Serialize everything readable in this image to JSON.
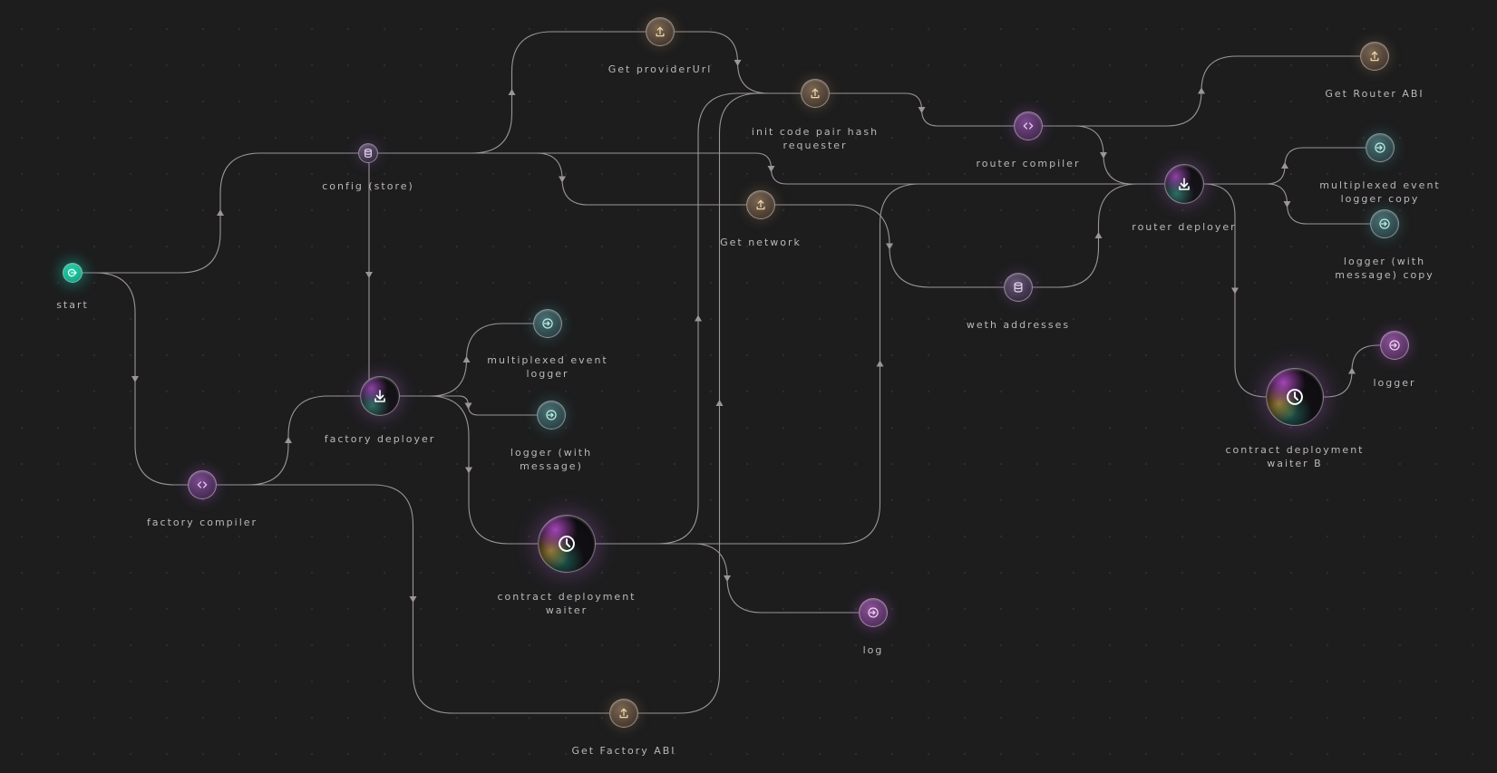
{
  "nodes": [
    {
      "id": "start",
      "label": "start",
      "kind": "trigger",
      "icon": "exit-icon"
    },
    {
      "id": "config",
      "label": "config (store)",
      "kind": "store",
      "icon": "database-icon"
    },
    {
      "id": "getProviderUrl",
      "label": "Get providerUrl",
      "kind": "export",
      "icon": "upload-icon"
    },
    {
      "id": "initCode",
      "label": "init code pair hash\nrequester",
      "kind": "export",
      "icon": "upload-icon"
    },
    {
      "id": "routerCompiler",
      "label": "router compiler",
      "kind": "compiler",
      "icon": "code-icon"
    },
    {
      "id": "getRouterABI",
      "label": "Get Router ABI",
      "kind": "export",
      "icon": "upload-icon"
    },
    {
      "id": "routerDeployer",
      "label": "router deployer",
      "kind": "deployer",
      "icon": "download-icon"
    },
    {
      "id": "multiLoggerCopy",
      "label": "multiplexed event\nlogger copy",
      "kind": "logger",
      "icon": "login-icon"
    },
    {
      "id": "loggerMsgCopy",
      "label": "logger (with\nmessage) copy",
      "kind": "logger",
      "icon": "login-icon"
    },
    {
      "id": "getNetwork",
      "label": "Get network",
      "kind": "export",
      "icon": "upload-icon"
    },
    {
      "id": "wethAddresses",
      "label": "weth addresses",
      "kind": "store",
      "icon": "database-icon"
    },
    {
      "id": "multiLogger",
      "label": "multiplexed event\nlogger",
      "kind": "logger",
      "icon": "login-icon"
    },
    {
      "id": "factoryDeployer",
      "label": "factory deployer",
      "kind": "deployer",
      "icon": "download-icon"
    },
    {
      "id": "loggerMsg",
      "label": "logger (with\nmessage)",
      "kind": "logger",
      "icon": "login-icon"
    },
    {
      "id": "factoryCompiler",
      "label": "factory compiler",
      "kind": "compiler",
      "icon": "code-icon"
    },
    {
      "id": "waiter",
      "label": "contract deployment\nwaiter",
      "kind": "waiter",
      "icon": "clock-icon"
    },
    {
      "id": "log",
      "label": "log",
      "kind": "log",
      "icon": "login-icon"
    },
    {
      "id": "getFactoryABI",
      "label": "Get Factory ABI",
      "kind": "export",
      "icon": "upload-icon"
    },
    {
      "id": "logger",
      "label": "logger",
      "kind": "log",
      "icon": "login-icon"
    },
    {
      "id": "waiterB",
      "label": "contract deployment\nwaiter B",
      "kind": "waiter",
      "icon": "clock-icon"
    }
  ],
  "edges": [
    [
      "start",
      "config"
    ],
    [
      "start",
      "factoryCompiler"
    ],
    [
      "config",
      "getProviderUrl"
    ],
    [
      "config",
      "getNetwork"
    ],
    [
      "config",
      "routerDeployer"
    ],
    [
      "config",
      "factoryDeployer"
    ],
    [
      "getProviderUrl",
      "initCode"
    ],
    [
      "initCode",
      "routerCompiler"
    ],
    [
      "routerCompiler",
      "getRouterABI"
    ],
    [
      "routerCompiler",
      "routerDeployer"
    ],
    [
      "getNetwork",
      "wethAddresses"
    ],
    [
      "wethAddresses",
      "routerDeployer"
    ],
    [
      "routerDeployer",
      "multiLoggerCopy"
    ],
    [
      "routerDeployer",
      "loggerMsgCopy"
    ],
    [
      "routerDeployer",
      "waiterB"
    ],
    [
      "waiterB",
      "logger"
    ],
    [
      "factoryCompiler",
      "factoryDeployer"
    ],
    [
      "factoryCompiler",
      "getFactoryABI"
    ],
    [
      "factoryDeployer",
      "multiLogger"
    ],
    [
      "factoryDeployer",
      "loggerMsg"
    ],
    [
      "factoryDeployer",
      "waiter"
    ],
    [
      "waiter",
      "initCode"
    ],
    [
      "waiter",
      "routerDeployer"
    ],
    [
      "waiter",
      "log"
    ],
    [
      "getFactoryABI",
      "initCode"
    ]
  ],
  "colors": {
    "background": "#1d1d1e",
    "edge": "#9c9599",
    "label": "#bdb7bb",
    "trigger": "#16b394",
    "store_green": "#17a587",
    "export": "#5a4a3a",
    "compiler": "#4e2d5a",
    "logger": "#2c4a4d",
    "log": "#5a3563",
    "accent_gold": "#f0d9a8",
    "accent_teal": "#b6f0e4",
    "accent_pink": "#ecc6f2"
  }
}
